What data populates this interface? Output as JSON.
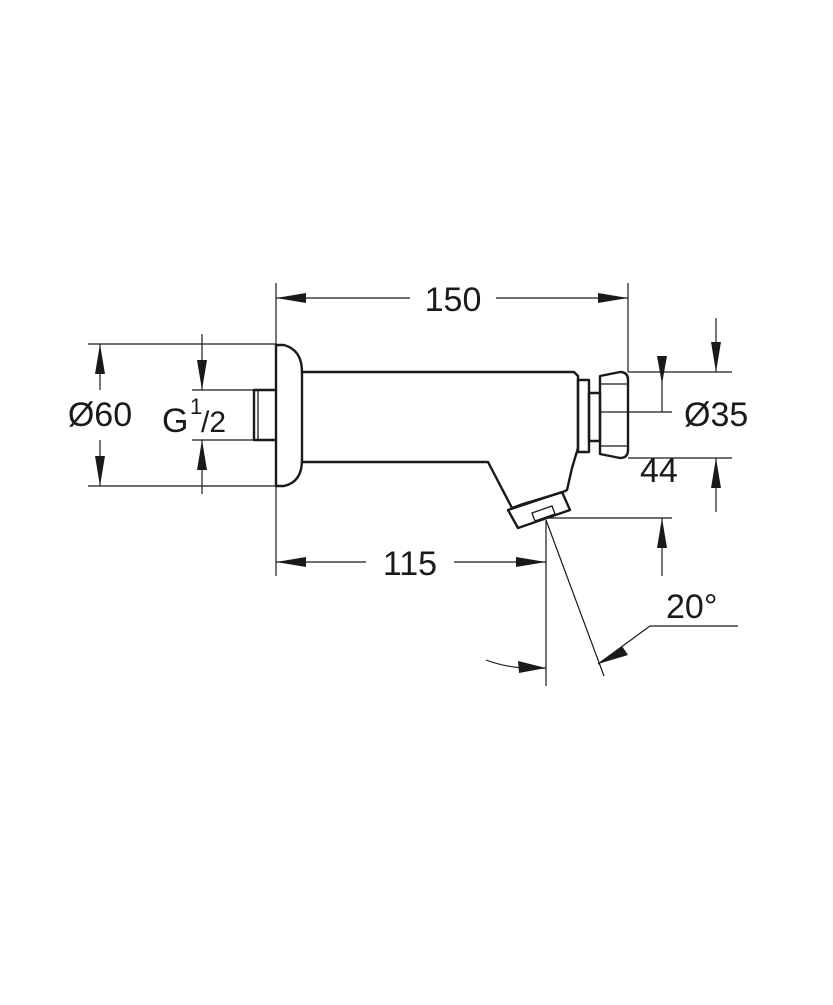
{
  "dimensions": {
    "overall_length": "150",
    "outlet_distance": "115",
    "flange_diameter": "Ø60",
    "thread_main": "G",
    "thread_num": "1",
    "thread_den": "/2",
    "button_diameter": "Ø35",
    "button_height": "44",
    "spray_angle": "20°"
  }
}
